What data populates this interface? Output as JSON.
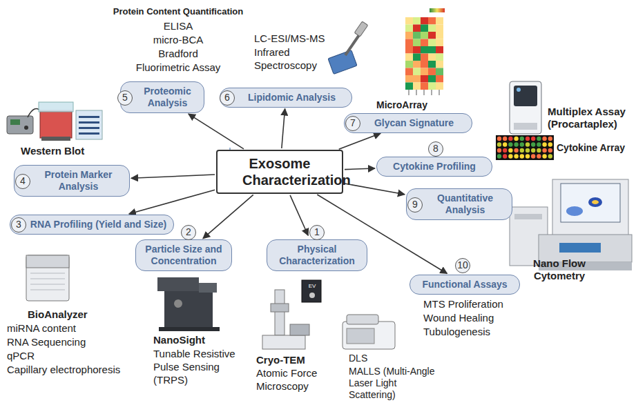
{
  "diagram": {
    "nodes": [
      {
        "text": [
          "Exosome Characterization"
        ]
      },
      {
        "text": [
          "1",
          "Physical Characterization"
        ]
      },
      {
        "text": [
          "2",
          "Particle Size and Concentration"
        ]
      },
      {
        "text": [
          "3",
          "RNA Profiling (Yield and Size)"
        ]
      },
      {
        "text": [
          "4",
          "Protein Marker Analysis"
        ]
      },
      {
        "text": [
          "5",
          "Proteomic Analysis"
        ]
      },
      {
        "text": [
          "6",
          "Lipidomic Analysis"
        ]
      },
      {
        "text": [
          "7",
          "Glycan Signature"
        ]
      },
      {
        "text": [
          "8",
          "Cytokine Profiling"
        ]
      },
      {
        "text": [
          "9",
          "Quantitative Analysis"
        ]
      },
      {
        "text": [
          "10",
          "Functional Assays"
        ]
      }
    ],
    "edges": [
      {
        "from": 0,
        "to": 1,
        "arrow": "to"
      },
      {
        "from": 0,
        "to": 2,
        "arrow": "to"
      },
      {
        "from": 0,
        "to": 3,
        "arrow": "to"
      },
      {
        "from": 0,
        "to": 4,
        "arrow": "to"
      },
      {
        "from": 0,
        "to": 5,
        "arrow": "to"
      },
      {
        "from": 0,
        "to": 6,
        "arrow": "to"
      },
      {
        "from": 0,
        "to": 7,
        "arrow": "to"
      },
      {
        "from": 0,
        "to": 8,
        "arrow": "to"
      },
      {
        "from": 0,
        "to": 9,
        "arrow": "to"
      },
      {
        "from": 0,
        "to": 10,
        "arrow": "to"
      }
    ],
    "labels": [
      "Protein Content Quantification",
      "ELISA",
      "micro-BCA",
      "Bradford",
      "Fluorimetric Assay",
      "LC-ESI/MS-MS",
      "Infrared Spectroscopy",
      "MicroArray",
      "Multiplex Assay (Procartaplex)",
      "Cytokine Array",
      "Nano Flow Cytometry",
      "MTS Proliferation",
      "Wound Healing",
      "Tubulogenesis",
      "Western Blot",
      "BioAnalyzer",
      "miRNA content",
      "RNA Sequencing",
      "qPCR",
      "Capillary electrophoresis",
      "NanoSight",
      "Tunable Resistive Pulse Sensing (TRPS)",
      "Cryo-TEM",
      "Atomic Force Microscopy",
      "DLS",
      "MALLS (Multi-Angle Laser Light Scattering)",
      "EV"
    ]
  }
}
